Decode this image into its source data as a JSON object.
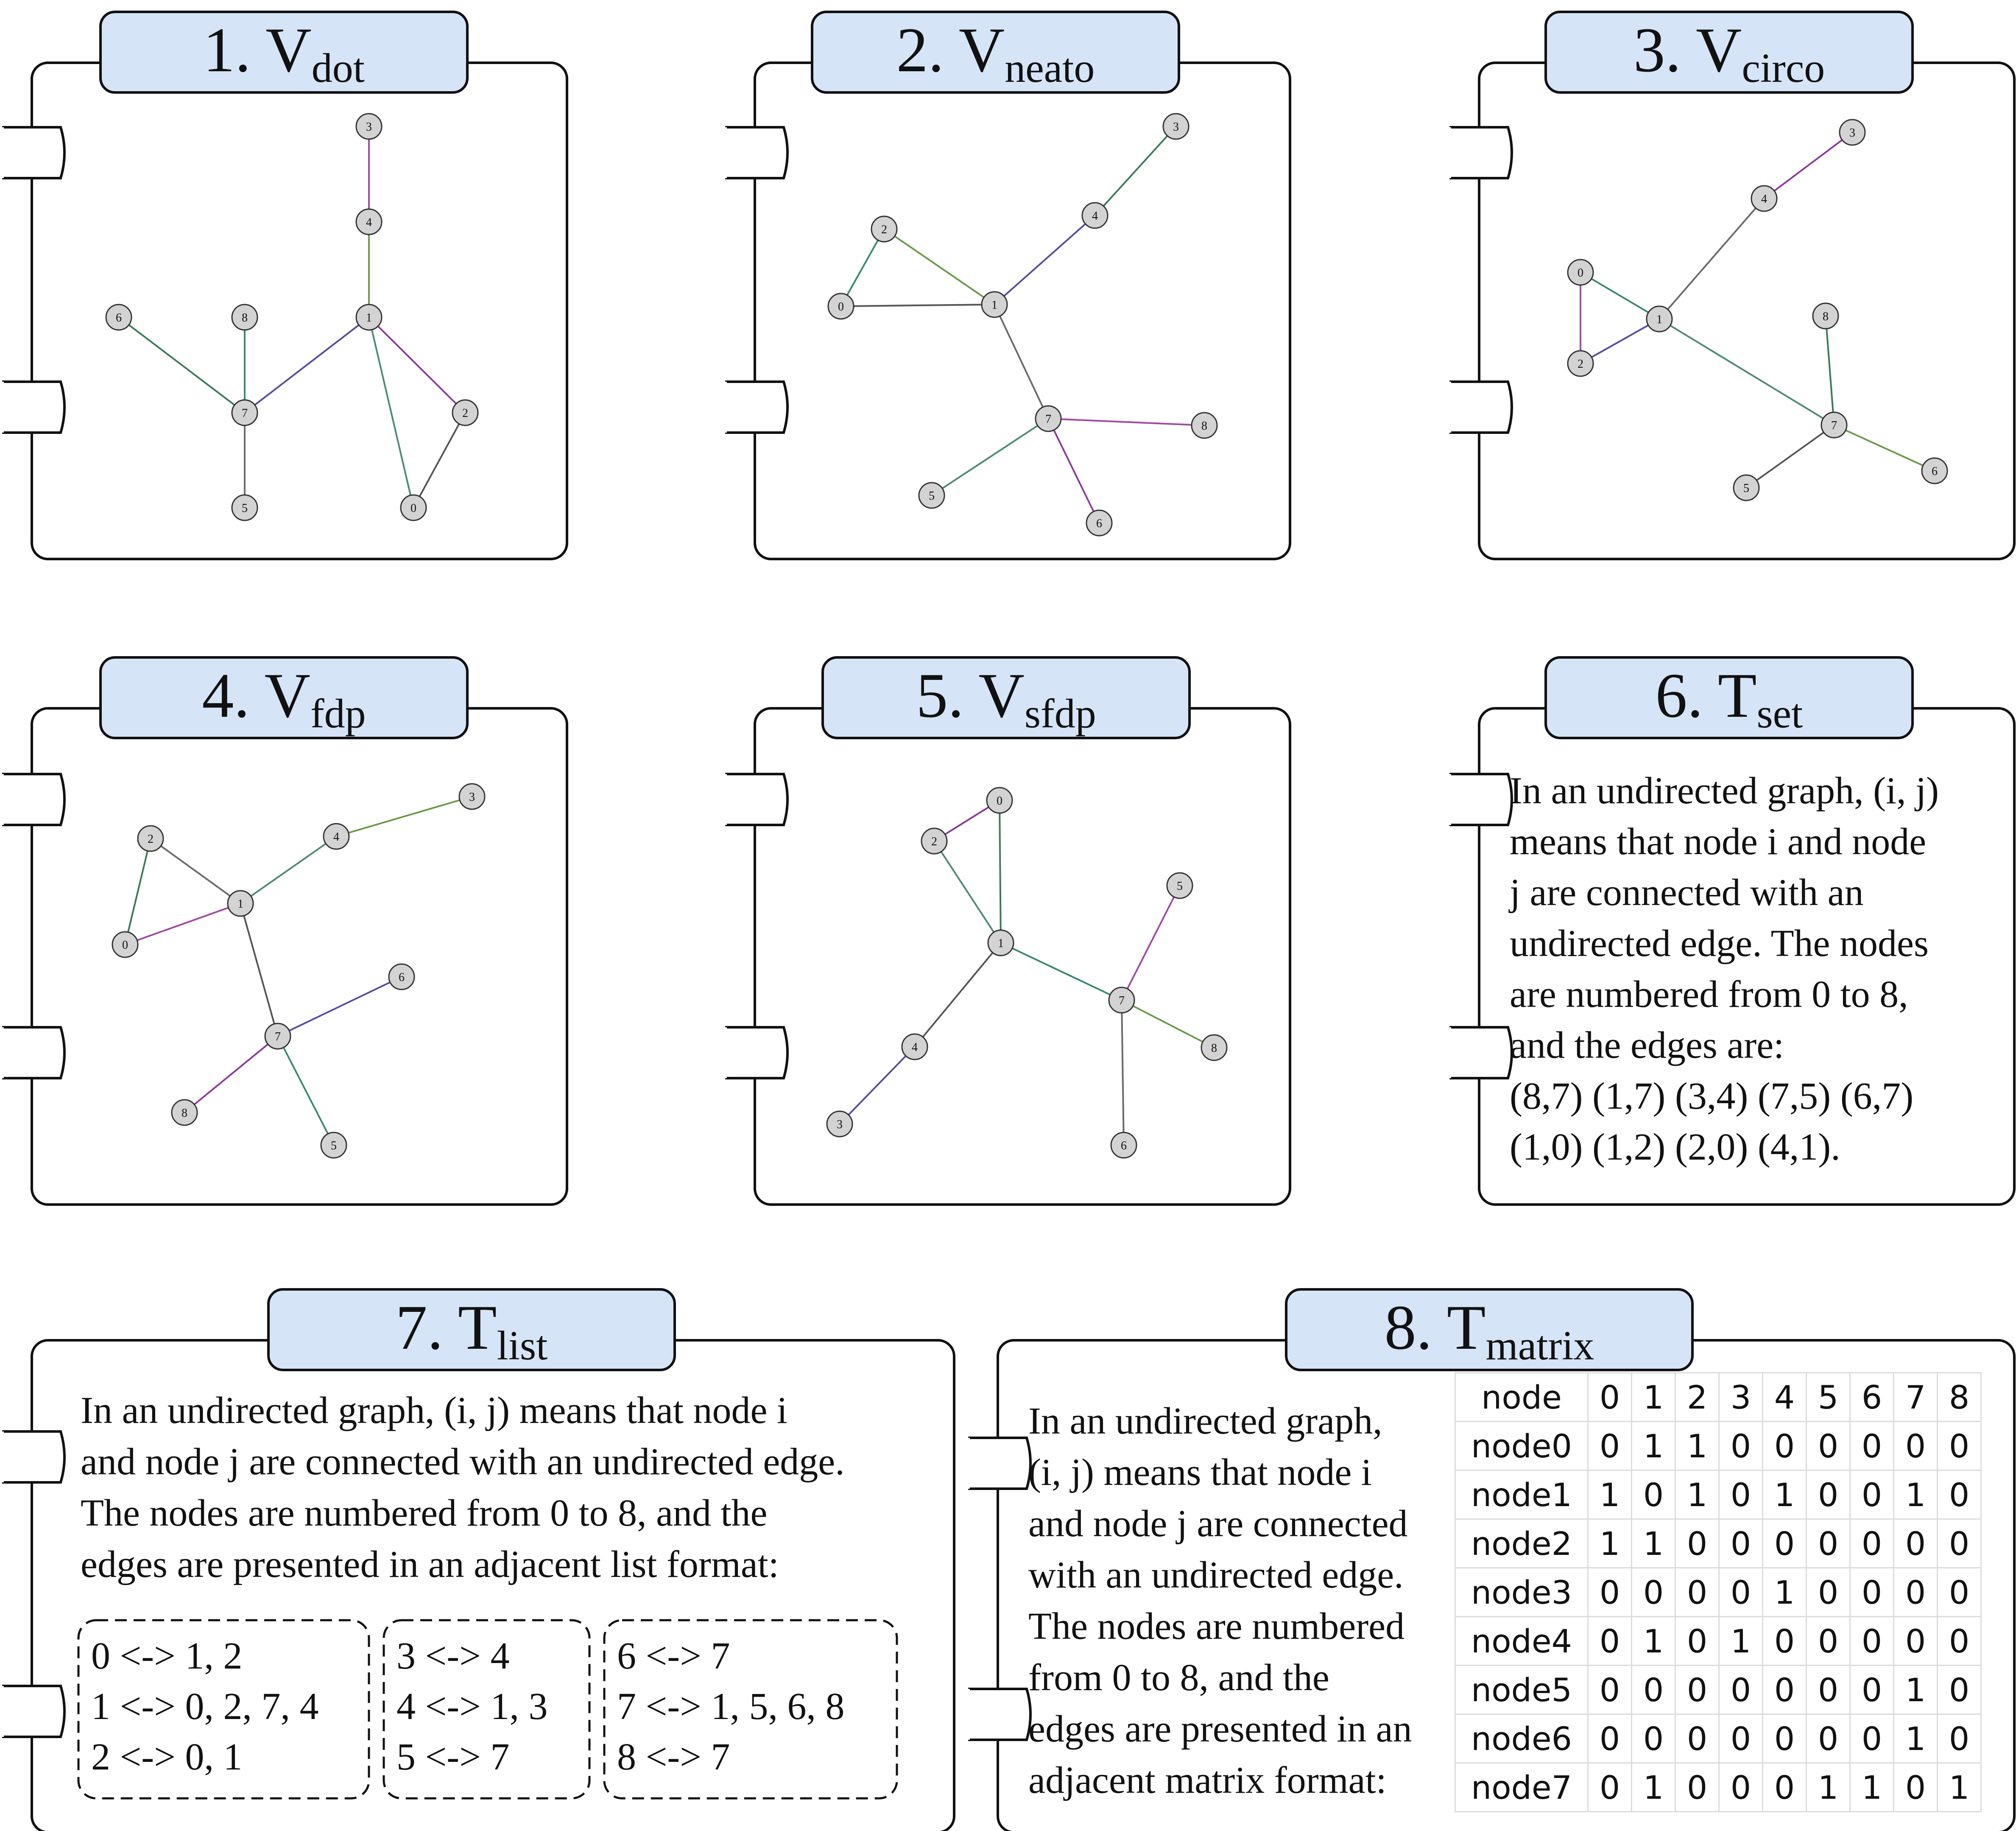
{
  "panels": [
    {
      "num": "1.",
      "base": "V",
      "sub": "dot"
    },
    {
      "num": "2.",
      "base": "V",
      "sub": "neato"
    },
    {
      "num": "3.",
      "base": "V",
      "sub": "circo"
    },
    {
      "num": "4.",
      "base": "V",
      "sub": "fdp"
    },
    {
      "num": "5.",
      "base": "V",
      "sub": "sfdp"
    },
    {
      "num": "6.",
      "base": "T",
      "sub": "set"
    },
    {
      "num": "7.",
      "base": "T",
      "sub": "list"
    },
    {
      "num": "8.",
      "base": "T",
      "sub": "matrix"
    }
  ],
  "graph": {
    "node_labels": [
      "0",
      "1",
      "2",
      "3",
      "4",
      "5",
      "6",
      "7",
      "8"
    ],
    "edges": [
      [
        8,
        7
      ],
      [
        1,
        7
      ],
      [
        3,
        4
      ],
      [
        7,
        5
      ],
      [
        6,
        7
      ],
      [
        1,
        0
      ],
      [
        1,
        2
      ],
      [
        2,
        0
      ],
      [
        4,
        1
      ]
    ],
    "edge_colors": [
      "#3a8a6a",
      "#5a4aa0",
      "#a04aa0",
      "#6a6a6a",
      "#3a7a5a",
      "#4a8a7a",
      "#8a3a9a",
      "#555555",
      "#6a9a4a"
    ],
    "node_fill": "#d3d3d3"
  },
  "set_text": {
    "lines": [
      "In an undirected graph, (i, j)",
      "means that node i and node",
      "j are connected with an",
      "undirected edge. The nodes",
      "are numbered from 0 to 8,",
      "and the edges are:",
      "(8,7) (1,7) (3,4) (7,5) (6,7)",
      "(1,0) (1,2) (2,0) (4,1)."
    ]
  },
  "list_text": {
    "lines": [
      "In an undirected graph, (i, j) means that node i",
      "and node j are connected with an undirected edge.",
      "The nodes are numbered from 0 to 8, and the",
      "edges are presented in an adjacent list format:"
    ],
    "groups": [
      [
        "0 <-> 1, 2",
        "1 <-> 0, 2, 7, 4",
        "2 <-> 0, 1"
      ],
      [
        "3 <-> 4",
        "4 <-> 1, 3",
        "5 <-> 7"
      ],
      [
        "6 <-> 7",
        "7 <-> 1, 5, 6, 8",
        "8 <-> 7"
      ]
    ]
  },
  "matrix_text": {
    "lines": [
      "In an undirected graph,",
      "(i, j) means that node i",
      "and node j are connected",
      "with an undirected edge.",
      "The nodes are numbered",
      "from 0 to 8, and the",
      "edges are presented in an",
      "adjacent matrix format:"
    ],
    "header": [
      "node",
      "0",
      "1",
      "2",
      "3",
      "4",
      "5",
      "6",
      "7",
      "8"
    ],
    "rows": [
      [
        "node0",
        "0",
        "1",
        "1",
        "0",
        "0",
        "0",
        "0",
        "0",
        "0"
      ],
      [
        "node1",
        "1",
        "0",
        "1",
        "0",
        "1",
        "0",
        "0",
        "1",
        "0"
      ],
      [
        "node2",
        "1",
        "1",
        "0",
        "0",
        "0",
        "0",
        "0",
        "0",
        "0"
      ],
      [
        "node3",
        "0",
        "0",
        "0",
        "0",
        "1",
        "0",
        "0",
        "0",
        "0"
      ],
      [
        "node4",
        "0",
        "1",
        "0",
        "1",
        "0",
        "0",
        "0",
        "0",
        "0"
      ],
      [
        "node5",
        "0",
        "0",
        "0",
        "0",
        "0",
        "0",
        "0",
        "1",
        "0"
      ],
      [
        "node6",
        "0",
        "0",
        "0",
        "0",
        "0",
        "0",
        "0",
        "1",
        "0"
      ],
      [
        "node7",
        "0",
        "1",
        "0",
        "0",
        "0",
        "1",
        "1",
        "0",
        "1"
      ]
    ]
  },
  "colors": {
    "tab_fill": "#d6e4f8",
    "border": "#111111"
  }
}
